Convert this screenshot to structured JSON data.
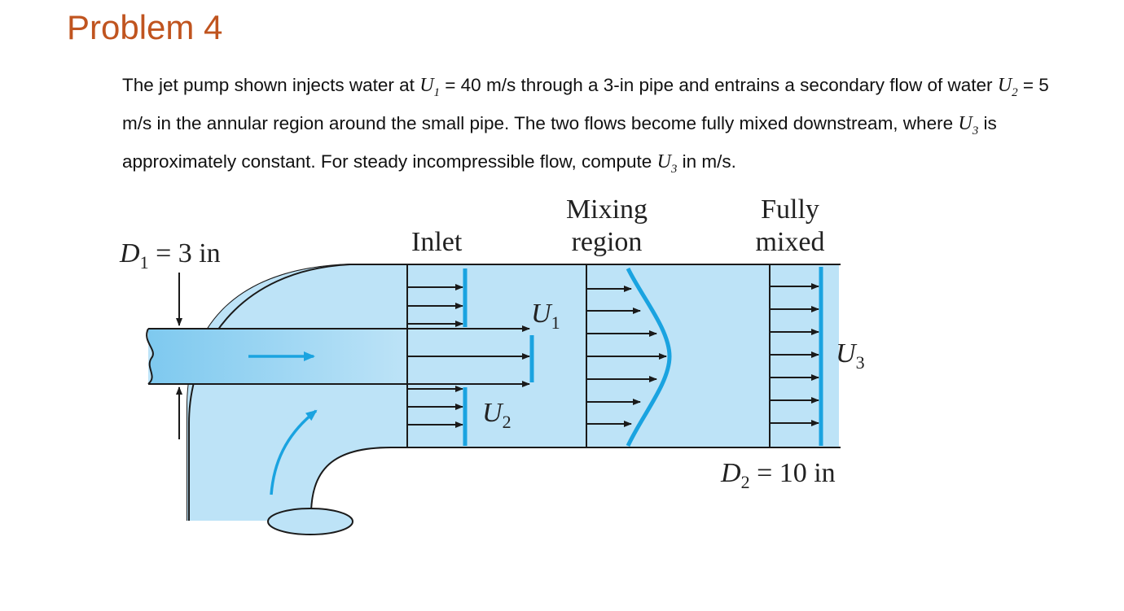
{
  "title": "Problem 4",
  "problem": {
    "p1": "The jet pump shown injects water at ",
    "u1_sym": "U",
    "u1_sub": "1",
    "p2": " = 40 m/s through a 3-in pipe and entrains a secondary flow of water ",
    "u2_sym": "U",
    "u2_sub": "2",
    "p3": " = 5 m/s in the annular region around the small pipe.  The two flows become fully mixed downstream, where ",
    "u3_sym": "U",
    "u3_sub": "3",
    "p4": " is approximately constant.  For steady incompressible flow, compute ",
    "u3b_sym": "U",
    "u3b_sub": "3",
    "p5": " in m/s."
  },
  "diagram": {
    "d1_sym": "D",
    "d1_sub": "1",
    "d1_val": " = 3 in",
    "inlet": "Inlet",
    "mixing_1": "Mixing",
    "mixing_2": "region",
    "fully_1": "Fully",
    "fully_2": "mixed",
    "u1_sym": "U",
    "u1_sub": "1",
    "u2_sym": "U",
    "u2_sub": "2",
    "u3_sym": "U",
    "u3_sub": "3",
    "d2_sym": "D",
    "d2_sub": "2",
    "d2_val": " = 10 in",
    "colors": {
      "fluid": "#bde3f7",
      "velocity_profile": "#1aa3e0",
      "outline": "#1a1a1a",
      "title": "#c0541f"
    }
  }
}
